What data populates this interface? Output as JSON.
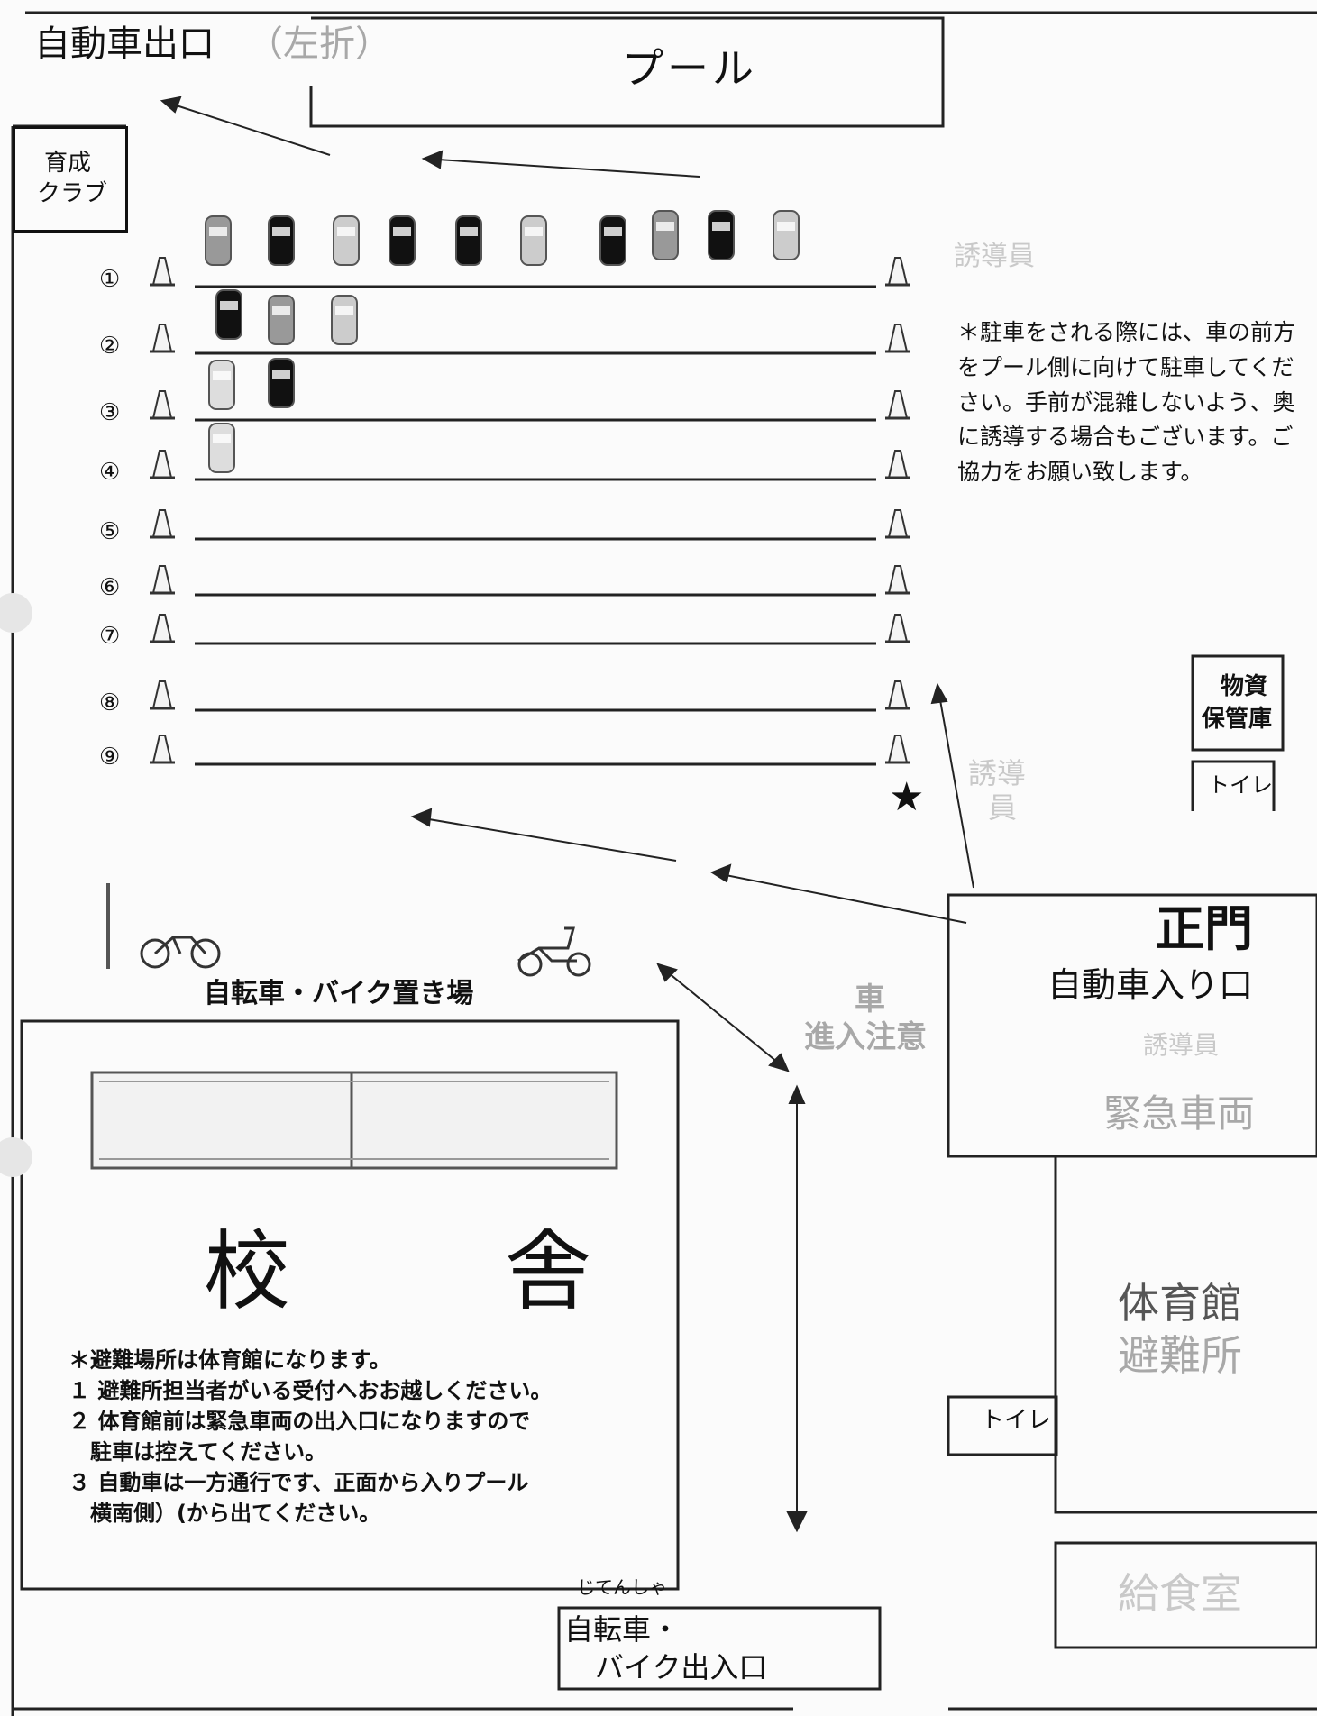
{
  "labels": {
    "exit": "自動車出口",
    "exit_left": "（左折）",
    "pool": "プール",
    "ikusei_line1": "育成",
    "ikusei_line2": "クラブ",
    "guide_top": "誘導員",
    "guide_mid_line1": "誘導",
    "guide_mid_line2": "員",
    "guide_gate": "誘導員",
    "storage_line1": "物資",
    "storage_line2": "保管庫",
    "toilet_right": "トイレ",
    "toilet_gym": "トイレ",
    "main_gate": "正門",
    "car_entrance": "自動車入り口",
    "emergency": "緊急車両",
    "bike_parking": "自転車・バイク置き場",
    "car_caution_line1": "車",
    "car_caution_line2": "進入注意",
    "school_left": "校",
    "school_right": "舎",
    "gym": "体育館",
    "shelter": "避難所",
    "kitchen": "給食室",
    "bike_gate_ruby": "じてんしゃ",
    "bike_gate_line1": "自転車・",
    "bike_gate_line2": "バイク出入口"
  },
  "parking_note": "＊駐車をされる際には、車の前方をプール側に向けて駐車してください。手前が混雑しないよう、奥に誘導する場合もございます。ご協力をお願い致します。",
  "school_notes": [
    "＊避難場所は体育館になります。",
    "１ 避難所担当者がいる受付へおお越しください。",
    "２ 体育館前は緊急車両の出入口になりますので",
    "　駐車は控えてください。",
    "３ 自動車は一方通行です、正面から入りプール",
    "　横南側）(から出てください。"
  ],
  "rows": [
    "①",
    "②",
    "③",
    "④",
    "⑤",
    "⑥",
    "⑦",
    "⑧",
    "⑨"
  ],
  "star": "★"
}
